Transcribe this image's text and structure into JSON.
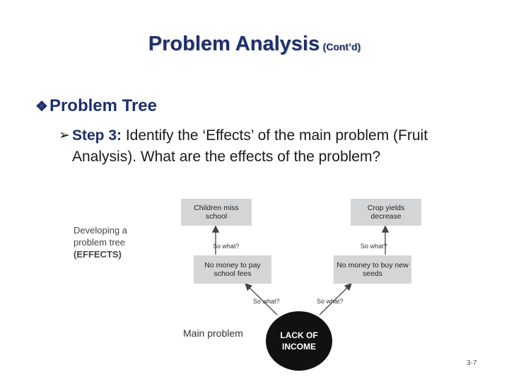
{
  "header": {
    "title": "Problem Analysis",
    "subtitle": "(Cont’d)"
  },
  "content": {
    "bullet_marker": "❖",
    "bullet1": "Problem Tree",
    "arrow_marker": "➢",
    "step_label": "Step 3:",
    "step_text": " Identify the ‘Effects’ of the main problem (Fruit Analysis). What are the effects of the problem?"
  },
  "diagram": {
    "side_label_line1": "Developing a",
    "side_label_line2": "problem tree",
    "side_label_line3": "(EFFECTS)",
    "box_children_miss_school": "Children miss school",
    "box_crop_yields_decrease": "Crop yields decrease",
    "box_no_money_school_fees": "No money to pay school fees",
    "box_no_money_seeds": "No money to buy new seeds",
    "so_what": "So what?",
    "main_problem_label": "Main problem",
    "core_line1": "LACK OF",
    "core_line2": "INCOME"
  },
  "footer": {
    "slide_number": "3-7"
  }
}
